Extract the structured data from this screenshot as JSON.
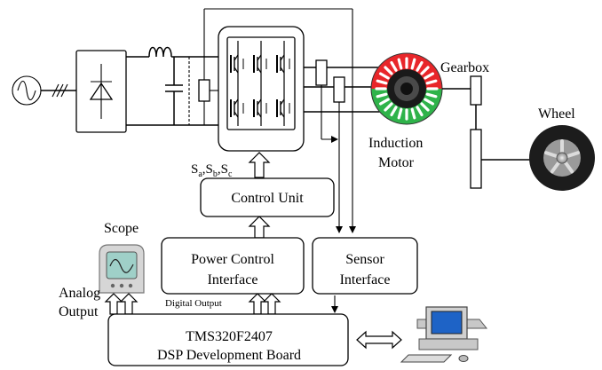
{
  "labels": {
    "gearbox": "Gearbox",
    "wheel": "Wheel",
    "induction_motor_line1": "Induction",
    "induction_motor_line2": "Motor",
    "switch_signals_s": "S",
    "switch_signals_a": "a",
    "switch_signals_b": "b",
    "switch_signals_c": "c",
    "comma": ",",
    "control_unit": "Control Unit",
    "scope": "Scope",
    "power_control_line1": "Power Control",
    "power_control_line2": "Interface",
    "sensor_line1": "Sensor",
    "sensor_line2": "Interface",
    "analog_line1": "Analog",
    "analog_line2": "Output",
    "digital_output": "Digital Output",
    "dsp_line1": "TMS320F2407",
    "dsp_line2": "DSP Development Board"
  },
  "icons": {
    "ac_source": "ac-source-icon",
    "rectifier": "rectifier-diode-icon",
    "inductor": "inductor-icon",
    "capacitor": "capacitor-icon",
    "inverter": "igbt-inverter-icon",
    "current_sensor": "current-sensor-icon",
    "motor": "induction-motor-icon",
    "gearbox": "gearbox-icon",
    "wheel": "wheel-icon",
    "scope": "oscilloscope-icon",
    "computer": "computer-icon",
    "link": "bidirectional-arrow-icon"
  },
  "colors": {
    "motor_top": "#e8262a",
    "motor_bottom": "#2fb34a",
    "motor_center": "#1a1a1a",
    "tire": "#1c1c1c",
    "rim": "#9a9a9a"
  }
}
